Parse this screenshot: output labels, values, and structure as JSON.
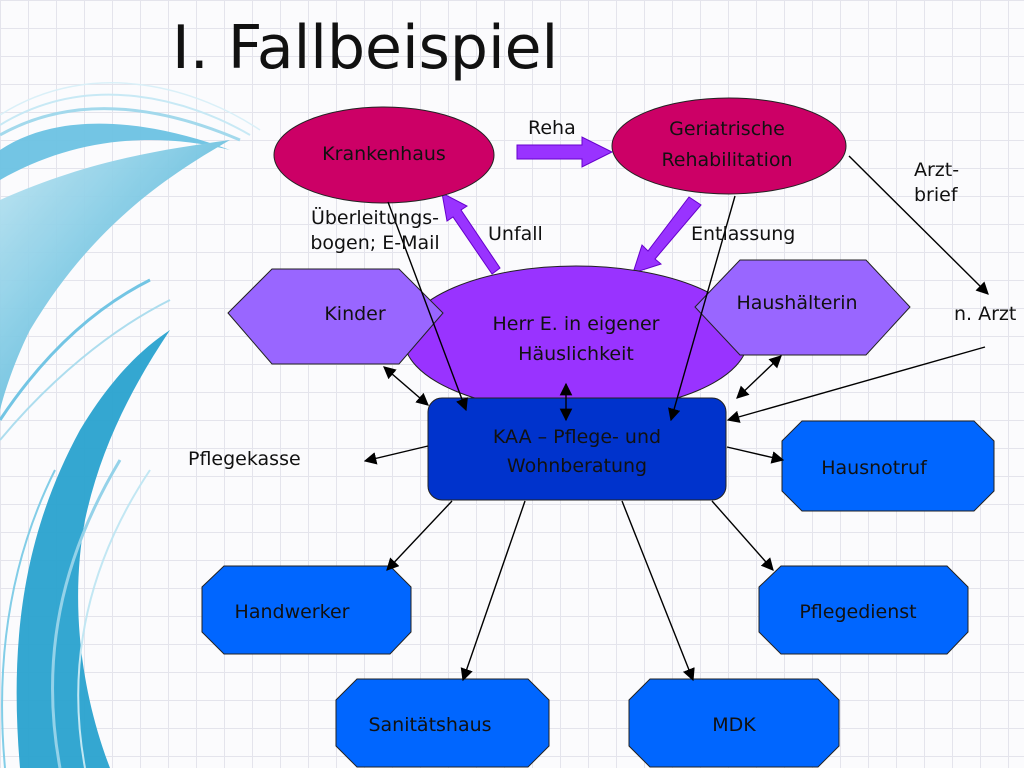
{
  "title": "I. Fallbeispiel",
  "nodes": {
    "krankenhaus": "Krankenhaus",
    "geriatrie_line1": "Geriatrische",
    "geriatrie_line2": "Rehabilitation",
    "herr_line1": "Herr E. in eigener",
    "herr_line2": "Häuslichkeit",
    "kinder": "Kinder",
    "haushaelterin": "Haushälterin",
    "kaa_line1": "KAA – Pflege- und",
    "kaa_line2": "Wohnberatung",
    "hausnotruf": "Hausnotruf",
    "handwerker": "Handwerker",
    "pflegedienst": "Pflegedienst",
    "sanitaetshaus": "Sanitätshaus",
    "mdk": "MDK"
  },
  "labels": {
    "reha": "Reha",
    "arztbrief": "Arzt-\nbrief",
    "ueberleitung": "Überleitungs-\nbogen; E-Mail",
    "unfall": "Unfall",
    "entlassung": "Entlassung",
    "n_arzt": "n. Arzt",
    "pflegekasse": "Pflegekasse"
  },
  "colors": {
    "hospital": "#cc0066",
    "purple_hex": "#9966ff",
    "herr": "#9933ff",
    "kaa": "#0033cc",
    "service": "#0066ff",
    "arrow_fill": "#9933ff"
  }
}
